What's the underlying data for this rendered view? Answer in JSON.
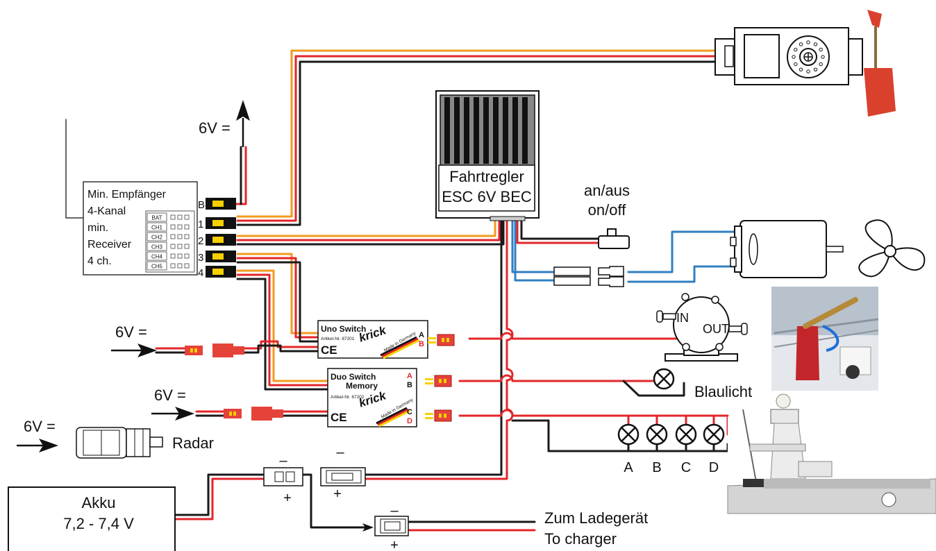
{
  "labels": {
    "v6_receiver": "6V =",
    "v6_uno": "6V =",
    "v6_duo": "6V =",
    "v6_radar": "6V =",
    "receiver_line1": "Min. Empfänger",
    "receiver_line2": "4-Kanal",
    "receiver_line3": "min.",
    "receiver_line4": "Receiver",
    "receiver_line5": "4 ch.",
    "esc_line1": "Fahrtregler",
    "esc_line2": "ESC 6V BEC",
    "onoff_line1": "an/aus",
    "onoff_line2": "on/off",
    "pump_in": "IN",
    "pump_out": "OUT",
    "blaulicht": "Blaulicht",
    "radar": "Radar",
    "akku_line1": "Akku",
    "akku_line2": "7,2 - 7,4 V",
    "charger_line1": "Zum Ladegerät",
    "charger_line2": "To charger",
    "minus": "–",
    "plus": "+"
  },
  "receiver": {
    "channel_tabs": [
      "BAT",
      "CH1",
      "CH2",
      "CH3",
      "CH4",
      "CH5"
    ],
    "port_labels": [
      "B",
      "1",
      "2",
      "3",
      "4"
    ]
  },
  "uno_switch": {
    "title": "Uno Switch",
    "article": "Artikel-Nr. 67201",
    "brand": "krick",
    "made": "Made in Germany",
    "ce": "CE",
    "outputs": [
      "A",
      "B"
    ]
  },
  "duo_switch": {
    "title_line1": "Duo Switch",
    "title_line2": "Memory",
    "article": "Artikel-Nr. 67202",
    "brand": "krick",
    "made": "Made in Germany",
    "ce": "CE",
    "outputs_top": [
      "A",
      "B"
    ],
    "outputs_bottom": [
      "C",
      "D"
    ]
  },
  "lamps": [
    "A",
    "B",
    "C",
    "D"
  ],
  "colors": {
    "wire_red": "#e3262a",
    "wire_black": "#1a1a1a",
    "wire_orange": "#f29a1e",
    "wire_blue": "#2f7fc1",
    "connector_red": "#e5423a",
    "connector_yellow": "#f6d000",
    "rudder": "#d9412c"
  }
}
